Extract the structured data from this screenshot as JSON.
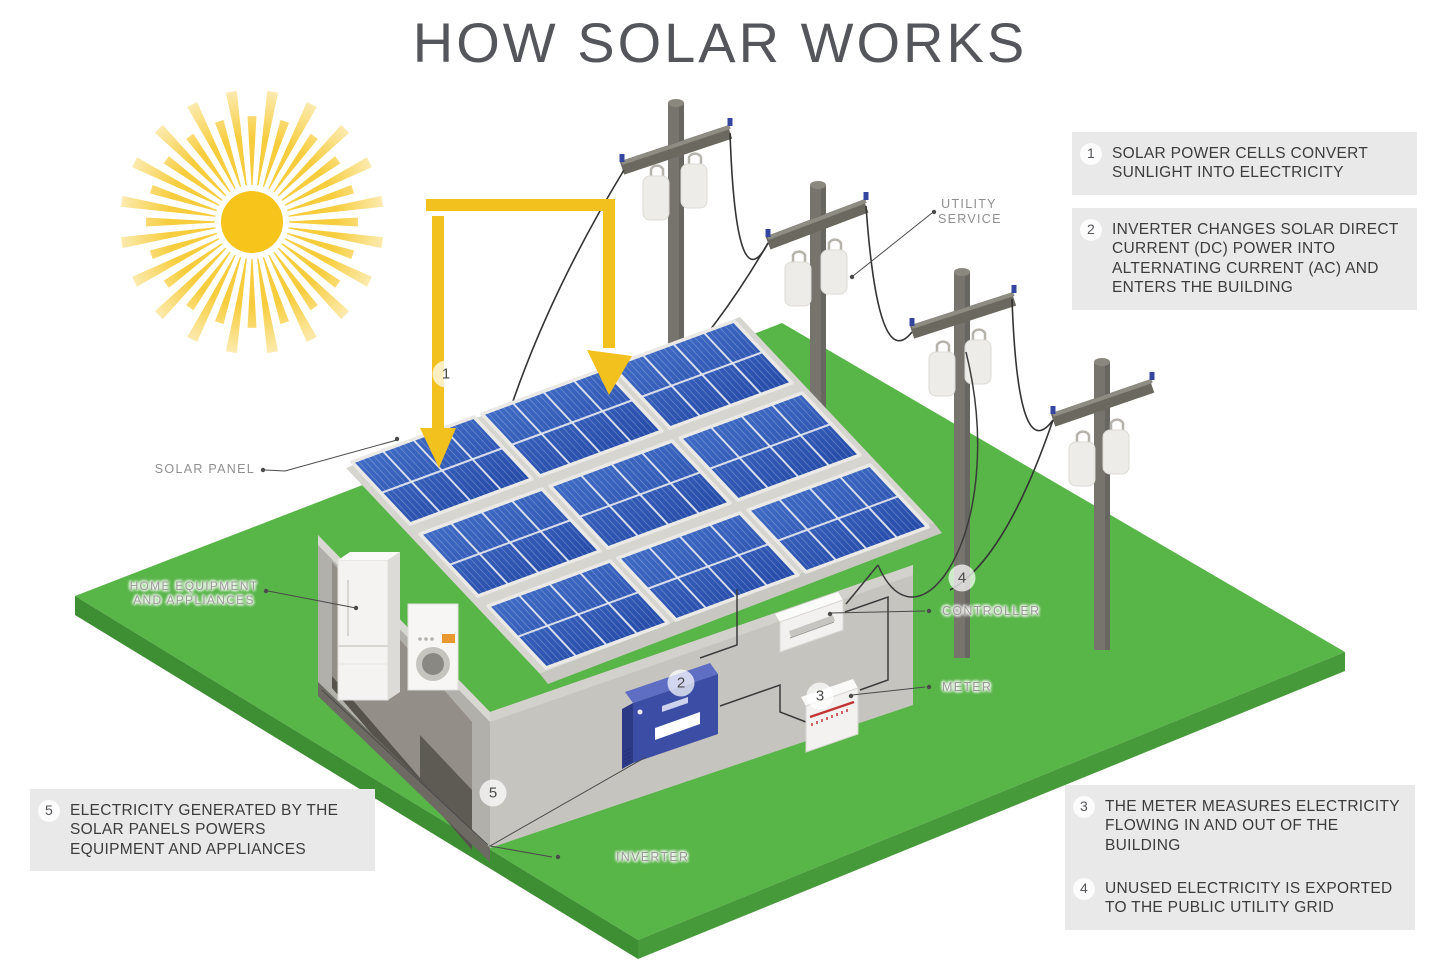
{
  "title": "HOW SOLAR WORKS",
  "callouts": [
    {
      "num": "1",
      "text": "SOLAR POWER CELLS CONVERT SUNLIGHT INTO ELECTRICITY"
    },
    {
      "num": "2",
      "text": "INVERTER CHANGES SOLAR DIRECT CURRENT (DC) POWER INTO ALTERNATING CURRENT (AC) AND ENTERS THE BUILDING"
    },
    {
      "num": "3",
      "text": "THE METER MEASURES ELECTRICITY FLOWING IN AND OUT OF THE BUILDING"
    },
    {
      "num": "4",
      "text": "UNUSED ELECTRICITY IS EXPORTED TO THE PUBLIC UTILITY GRID"
    },
    {
      "num": "5",
      "text": "ELECTRICITY GENERATED BY THE SOLAR PANELS POWERS EQUIPMENT AND APPLIANCES"
    }
  ],
  "diagram_labels": {
    "solar_panel": "SOLAR PANEL",
    "home_equipment_line1": "HOME EQUIPMENT",
    "home_equipment_line2": "AND APPLIANCES",
    "utility_service_line1": "UTILITY",
    "utility_service_line2": "SERVICE",
    "controller": "CONTROLLER",
    "meter": "METER",
    "inverter": "INVERTER"
  },
  "markers": {
    "m1": "1",
    "m2": "2",
    "m3": "3",
    "m4": "4",
    "m5": "5"
  },
  "icons": {
    "sun": "sun-icon",
    "arrows": "sunlight-arrow-icon"
  },
  "colors": {
    "grass": "#58b548",
    "grass_side_dark": "#3e8e33",
    "grass_side": "#479a39",
    "panel_blue_light": "#4a78d0",
    "panel_blue_dark": "#1c3f9e",
    "panel_frame": "#eae9e5",
    "sun_yellow": "#f6c41b",
    "arrow_yellow": "#f3c11d",
    "box_bg": "#e9e9e9",
    "title_gray": "#54565b",
    "label_gray": "#8f8f8f",
    "pole_gray": "#76746c",
    "arm_gray": "#6b695f",
    "wall_gray": "#c6c4be",
    "roof_gray": "#d7d5d0",
    "inverter_blue": "#3c4da6",
    "meter_red": "#c23535",
    "wire_dark": "#333333"
  }
}
